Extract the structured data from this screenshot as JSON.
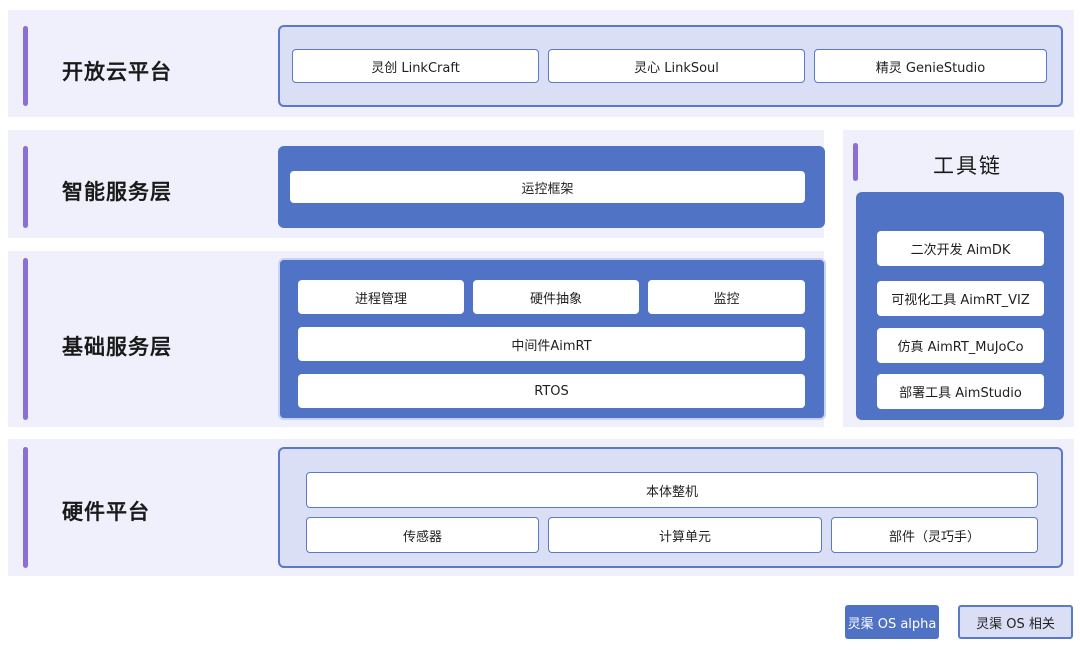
{
  "layers": {
    "open_cloud": {
      "title": "开放云平台",
      "items": [
        "灵创 LinkCraft",
        "灵心 LinkSoul",
        "精灵 GenieStudio"
      ]
    },
    "intelligent_service": {
      "title": "智能服务层",
      "items": [
        "运控框架"
      ]
    },
    "base_service": {
      "title": "基础服务层",
      "row1": [
        "进程管理",
        "硬件抽象",
        "监控"
      ],
      "middleware": "中间件AimRT",
      "rtos": "RTOS"
    },
    "hardware": {
      "title": "硬件平台",
      "whole": "本体整机",
      "row2": [
        "传感器",
        "计算单元",
        "部件（灵巧手）"
      ]
    }
  },
  "toolchain": {
    "title": "工具链",
    "items": [
      "二次开发 AimDK",
      "可视化工具 AimRT_VIZ",
      "仿真 AimRT_MuJoCo",
      "部署工具 AimStudio"
    ]
  },
  "legend": {
    "alpha": "灵渠 OS alpha",
    "related": "灵渠 OS 相关"
  },
  "colors": {
    "band": "#eff0fb",
    "accent_bar": "#8a6fd6",
    "dark_blue": "#5073c6",
    "light_blue": "#dadff5",
    "border_blue": "#5b79c9"
  }
}
